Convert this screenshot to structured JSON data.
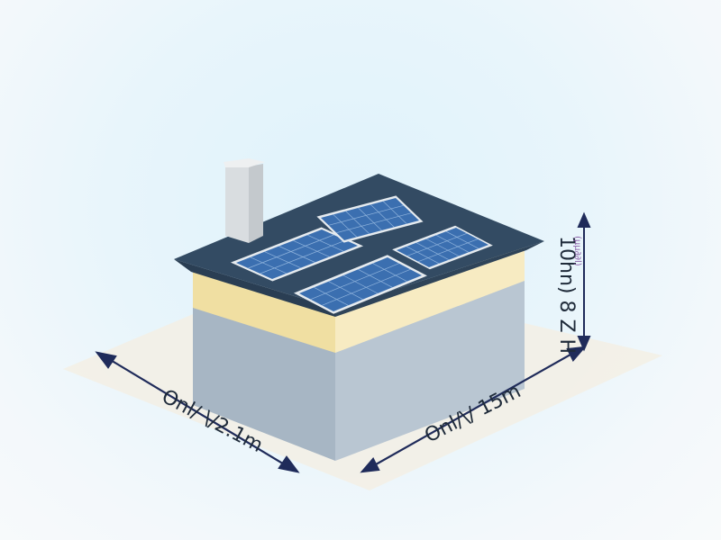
{
  "dimensions": {
    "width_label": "Onl/ \\/2.1m",
    "length_label": "Onl/\\/ 15m",
    "height_label": "10hn) 8 Z H",
    "height_sublabel": "(µµ∂∂l)"
  },
  "colors": {
    "roof": "#334b63",
    "insulation": "#f4e6b2",
    "wall": "#a9b8c6",
    "panel": "#3b6fb0",
    "arrow": "#1f2b5a"
  },
  "solar_panel_count": 4
}
